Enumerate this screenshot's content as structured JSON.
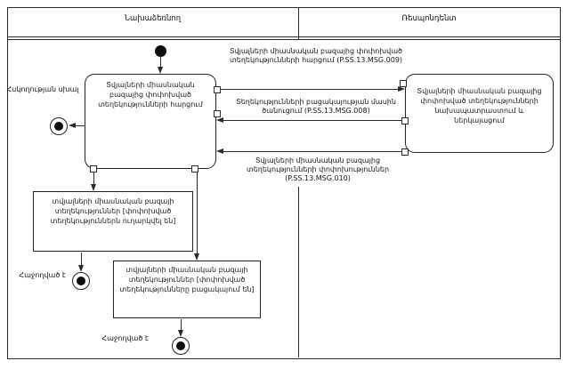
{
  "diagram": {
    "type": "uml-activity-swimlane",
    "lanes": {
      "initiator": "Նախաձեռնող",
      "respondent": "Ռեսպոնդենտ"
    },
    "nodes": {
      "initiator_activity": "Տվյալների միասնական բազայից փոփոխված տեղեկությունների հարցում",
      "respondent_activity": "Տվյալների միասնական բազայից փոփոխված տեղեկությունների նախապատրաստում և ներկայացում",
      "object_sent": "տվյալների միասնական բազայի տեղեկություններ [փոփոխված տեղեկություններն ուղարկվել են]",
      "object_absent": "տվյալների միասնական բազայի տեղեկություններ [փոփոխված տեղեկությունները բացակայում են]"
    },
    "labels": {
      "control_error": "Հսկողության սխալ",
      "success_1": "Հաջողված է",
      "success_2": "Հաջողված է"
    },
    "messages": {
      "msg009": "Տվյալների միասնական բազայից փոփոխված տեղեկությունների հարցում (P.SS.13.MSG.009)",
      "msg008": "Տեղեկությունների բացակայության մասին ծանուցում (P.SS.13.MSG.008)",
      "msg010": "Տվյալների միասնական բազայից տեղեկությունների փոփոխություններ (P.SS.13.MSG.010)"
    },
    "colors": {
      "line": "#2a2a2a",
      "background": "#ffffff"
    }
  }
}
